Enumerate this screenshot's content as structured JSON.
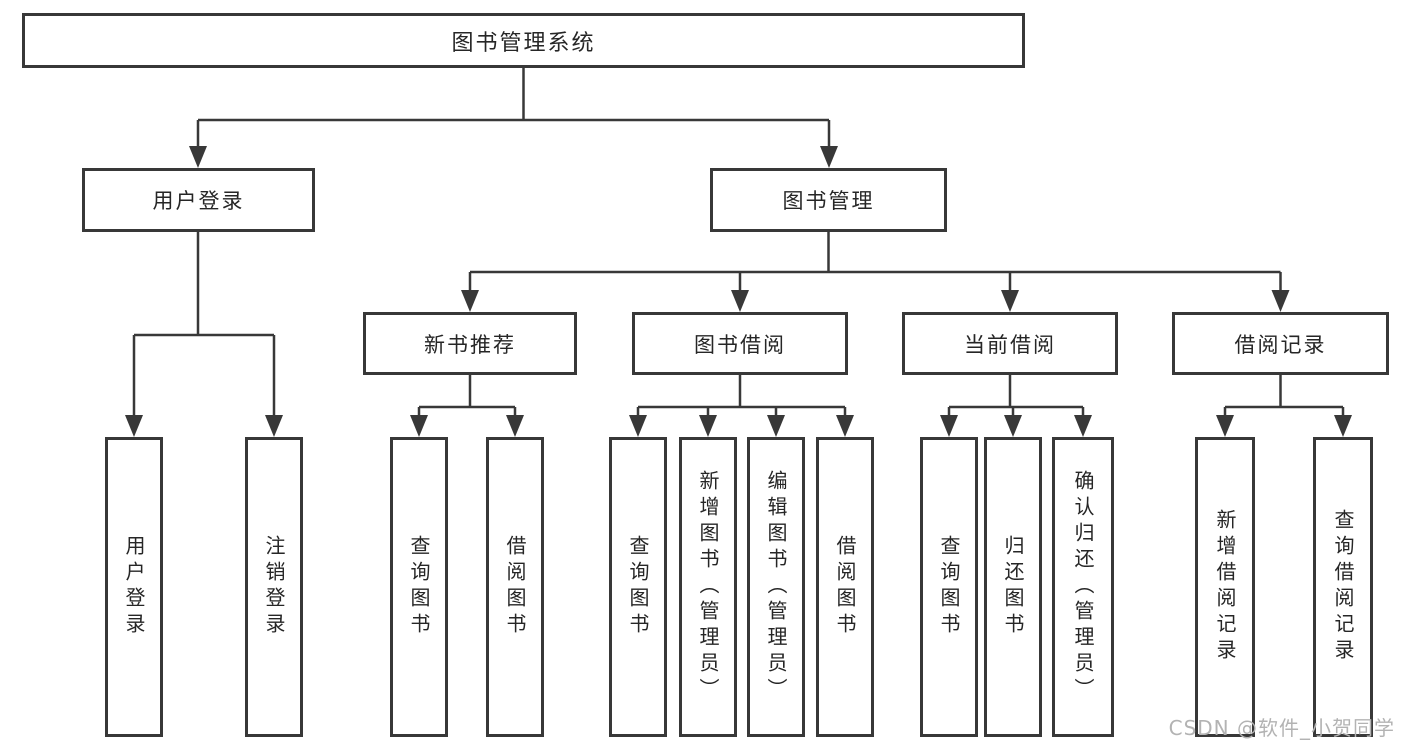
{
  "diagram_type": "hierarchy-tree",
  "tree": {
    "label": "图书管理系统",
    "children": [
      {
        "label": "用户登录",
        "children": [
          {
            "label": "用户登录"
          },
          {
            "label": "注销登录"
          }
        ]
      },
      {
        "label": "图书管理",
        "children": [
          {
            "label": "新书推荐",
            "children": [
              {
                "label": "查询图书"
              },
              {
                "label": "借阅图书"
              }
            ]
          },
          {
            "label": "图书借阅",
            "children": [
              {
                "label": "查询图书"
              },
              {
                "label": "新增图书（管理员）"
              },
              {
                "label": "编辑图书（管理员）"
              },
              {
                "label": "借阅图书"
              }
            ]
          },
          {
            "label": "当前借阅",
            "children": [
              {
                "label": "查询图书"
              },
              {
                "label": "归还图书"
              },
              {
                "label": "确认归还（管理员）"
              }
            ]
          },
          {
            "label": "借阅记录",
            "children": [
              {
                "label": "新增借阅记录"
              },
              {
                "label": "查询借阅记录"
              }
            ]
          }
        ]
      }
    ]
  },
  "watermark": {
    "text": "CSDN @软件_小贺同学"
  },
  "colors": {
    "line": "#383838",
    "box_border": "#383838",
    "box_fill": "#ffffff",
    "text": "#262626",
    "watermark": "#b3b3b3",
    "background": "#ffffff"
  }
}
